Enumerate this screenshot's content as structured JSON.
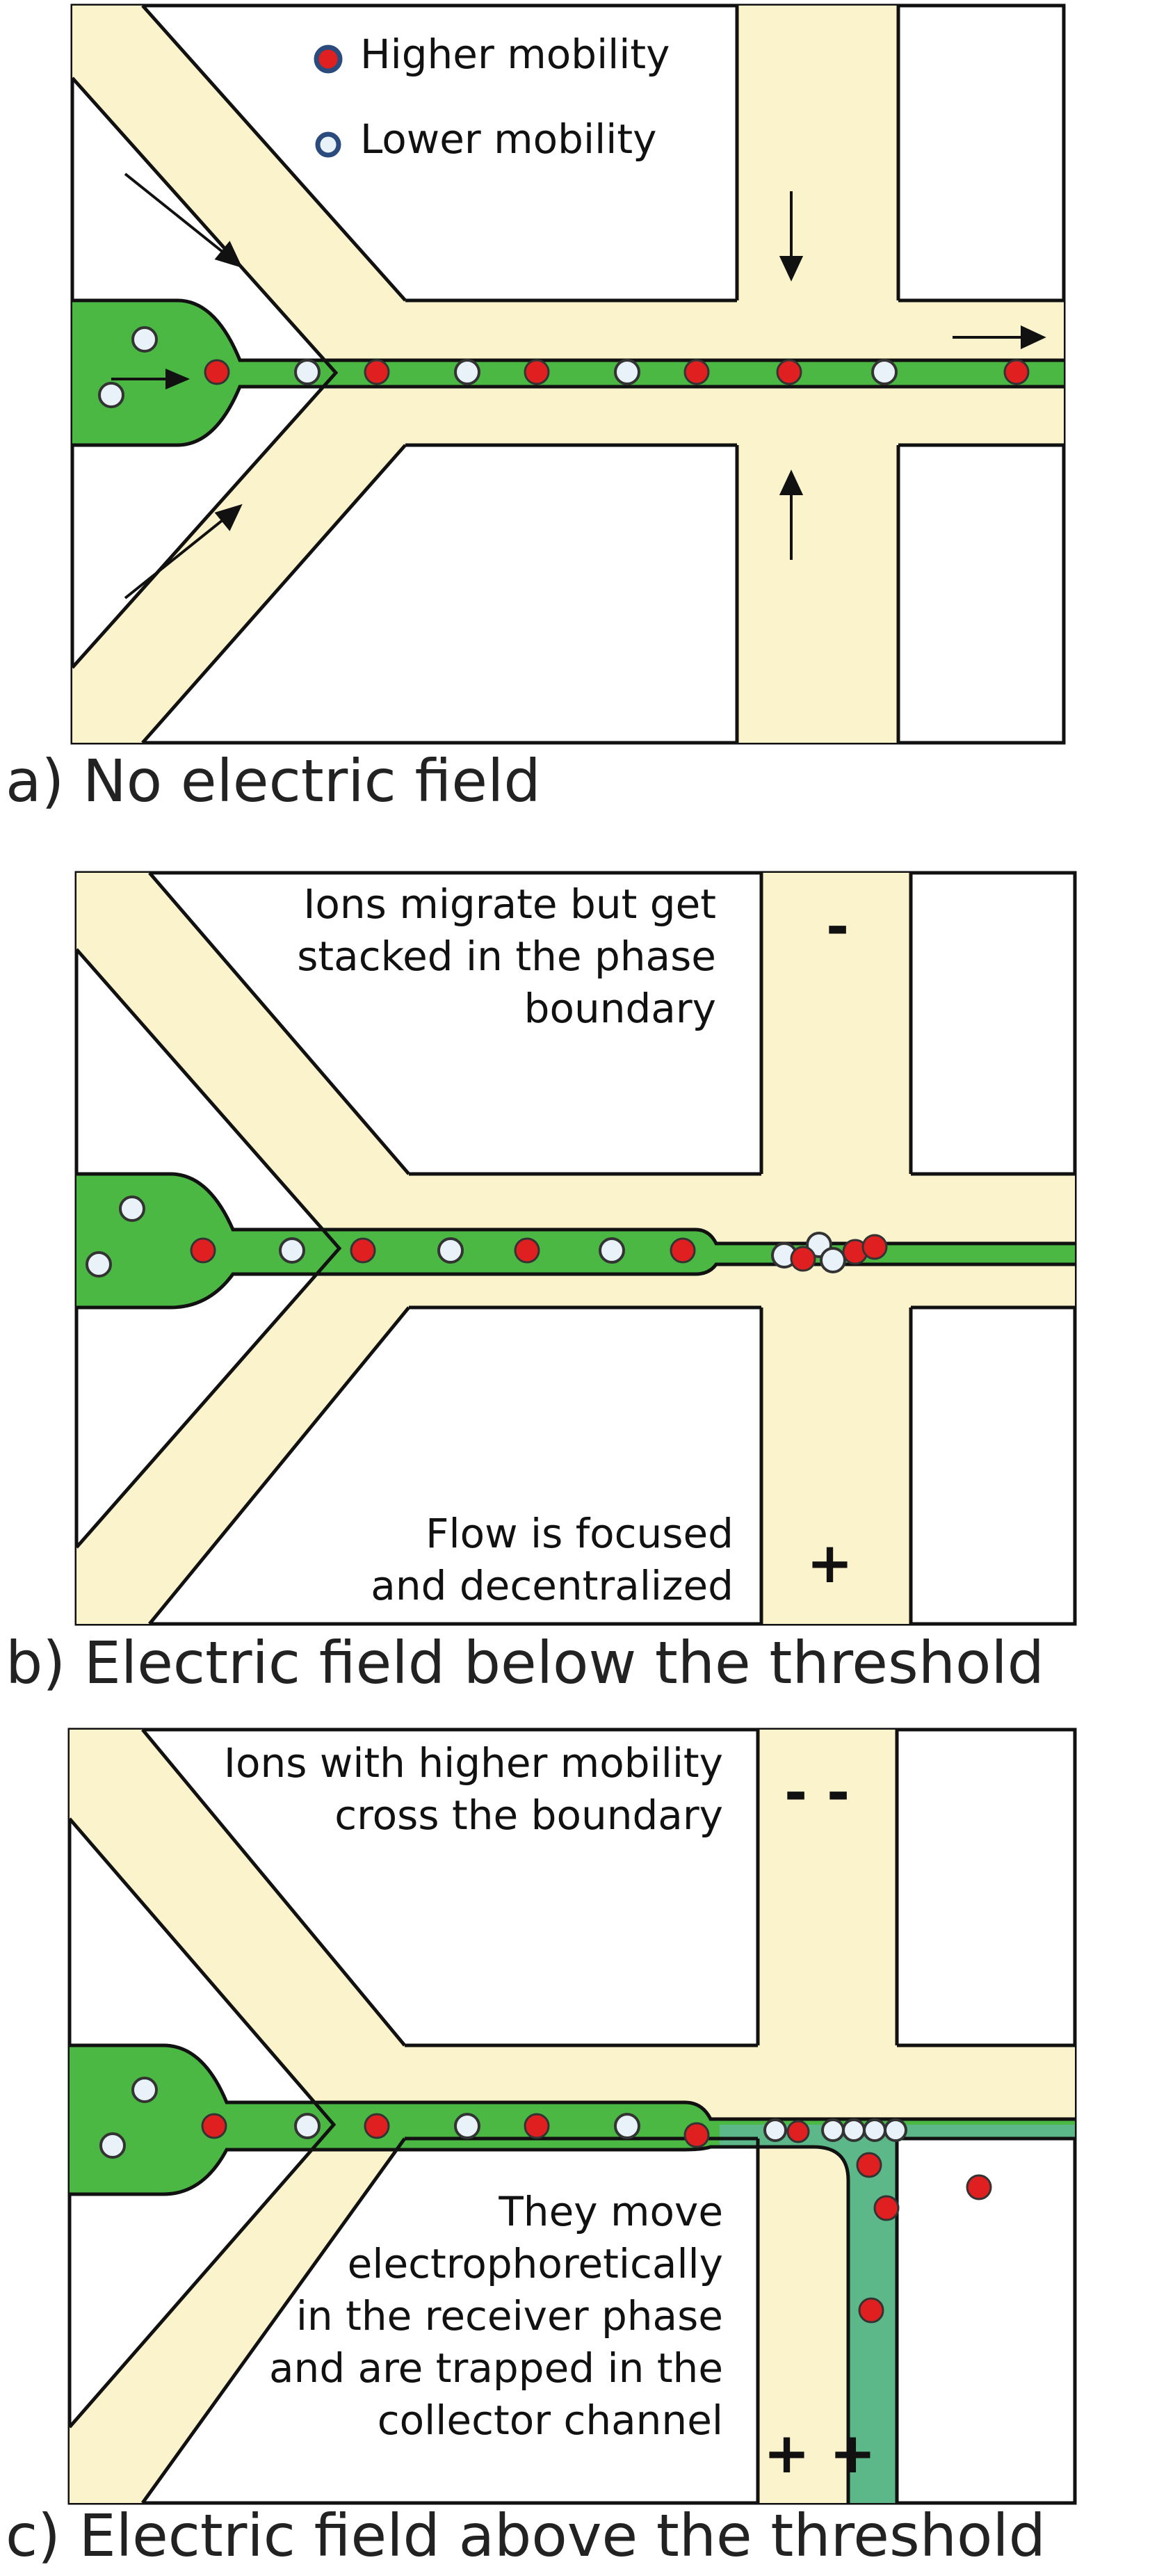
{
  "colors": {
    "channel_fill": "#FAF3CC",
    "sample_phase": "#4CB844",
    "receiver_phase": "#5CB888",
    "outline": "#111111",
    "high_mobility_ion": "#E02020",
    "low_mobility_ion": "#E8F2F8"
  },
  "legend": {
    "higher": "Higher mobility",
    "lower": "Lower mobility"
  },
  "panels": [
    {
      "caption": "a) No electric field",
      "notes": []
    },
    {
      "caption": "b) Electric field below the threshold",
      "notes": [
        [
          "Ions migrate but get",
          "stacked in the phase",
          "boundary"
        ],
        [
          "Flow is focused",
          "and decentralized"
        ]
      ],
      "signs": {
        "top": "-",
        "bottom": "+"
      }
    },
    {
      "caption": "c) Electric field above the threshold",
      "notes": [
        [
          "Ions with higher mobility",
          "cross the boundary"
        ],
        [
          "They move",
          "electrophoretically",
          "in the receiver phase",
          "and are trapped in the",
          "collector channel"
        ]
      ],
      "signs": {
        "top": "- -",
        "bottom": "+ +"
      }
    }
  ]
}
